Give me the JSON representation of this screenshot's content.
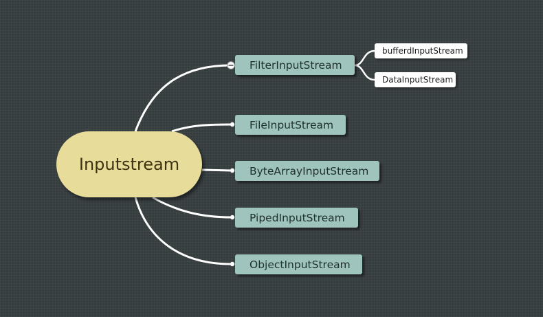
{
  "mindmap": {
    "root": {
      "label": "Inputstream",
      "color": "#e8dc9a"
    },
    "branches": [
      {
        "label": "FilterInputStream",
        "color": "#9fc4bd",
        "collapsed_marker": "collapse-toggle",
        "children": [
          {
            "label": "bufferdInputStream"
          },
          {
            "label": "DataInputStream"
          }
        ]
      },
      {
        "label": "FileInputStream",
        "color": "#9fc4bd"
      },
      {
        "label": "ByteArrayInputStream",
        "color": "#9fc4bd"
      },
      {
        "label": "PipedInputStream",
        "color": "#9fc4bd"
      },
      {
        "label": "ObjectInputStream",
        "color": "#9fc4bd"
      }
    ]
  },
  "colors": {
    "background": "#363d3f",
    "connector": "#ffffff",
    "leaf_fill": "#ffffff"
  }
}
